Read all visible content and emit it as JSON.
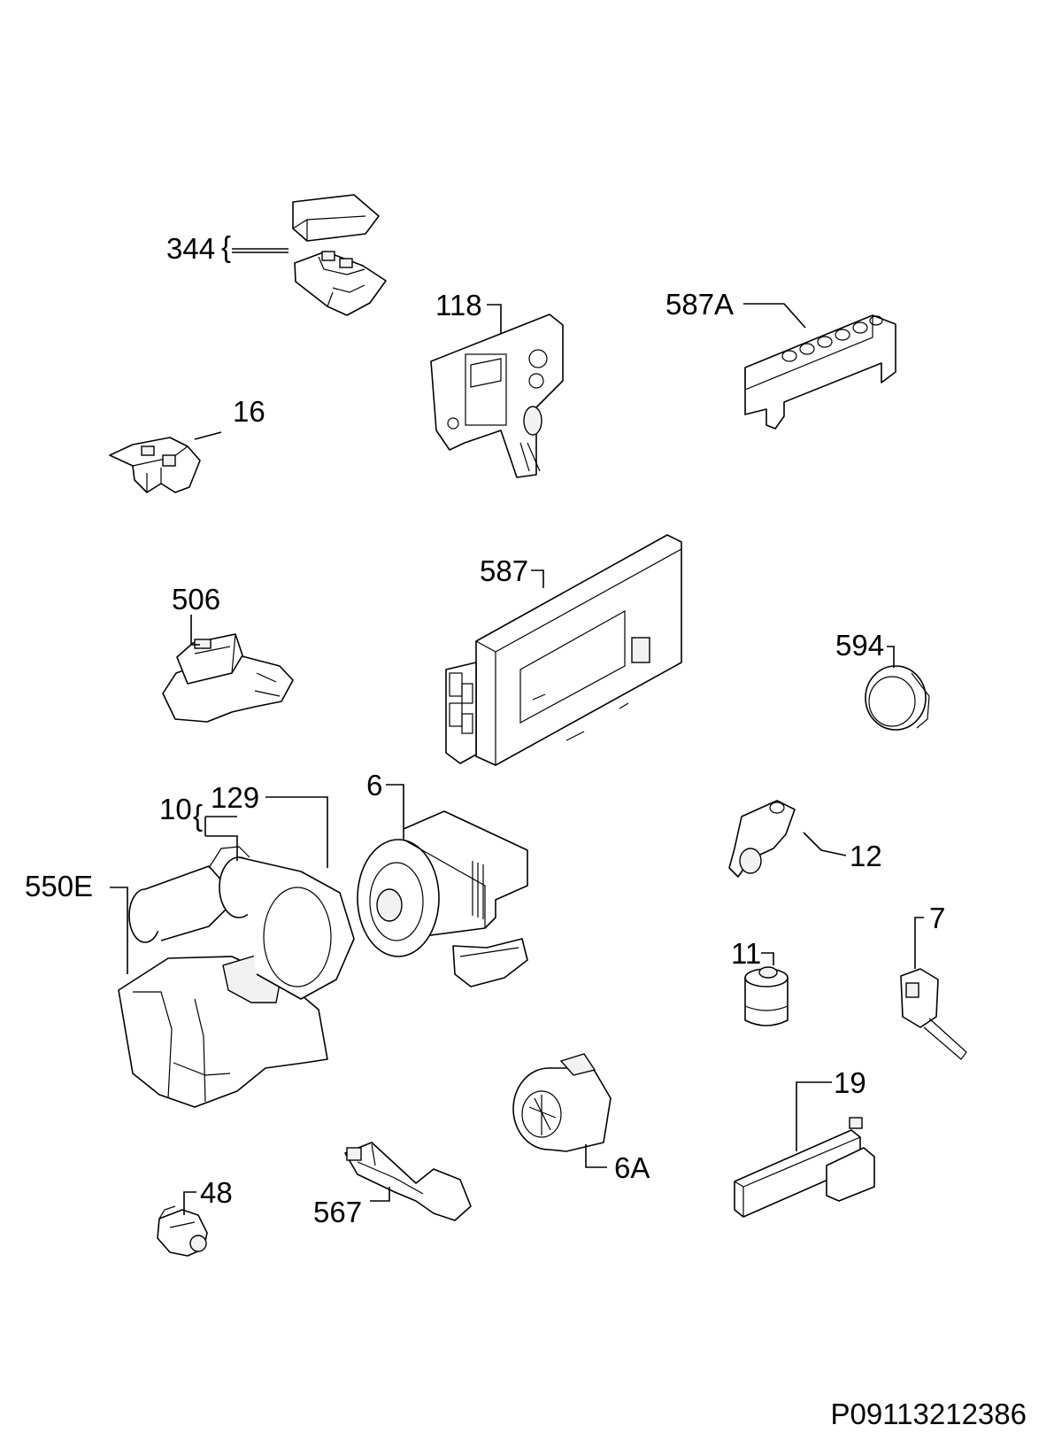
{
  "labels": {
    "p344": "344",
    "p118": "118",
    "p587A": "587A",
    "p16": "16",
    "p506": "506",
    "p587": "587",
    "p594": "594",
    "p6": "6",
    "p10": "10",
    "p129": "129",
    "p550E": "550E",
    "p12": "12",
    "p11": "11",
    "p7": "7",
    "p19": "19",
    "p6A": "6A",
    "p48": "48",
    "p567": "567"
  },
  "footer": {
    "code": "P09113212386"
  }
}
